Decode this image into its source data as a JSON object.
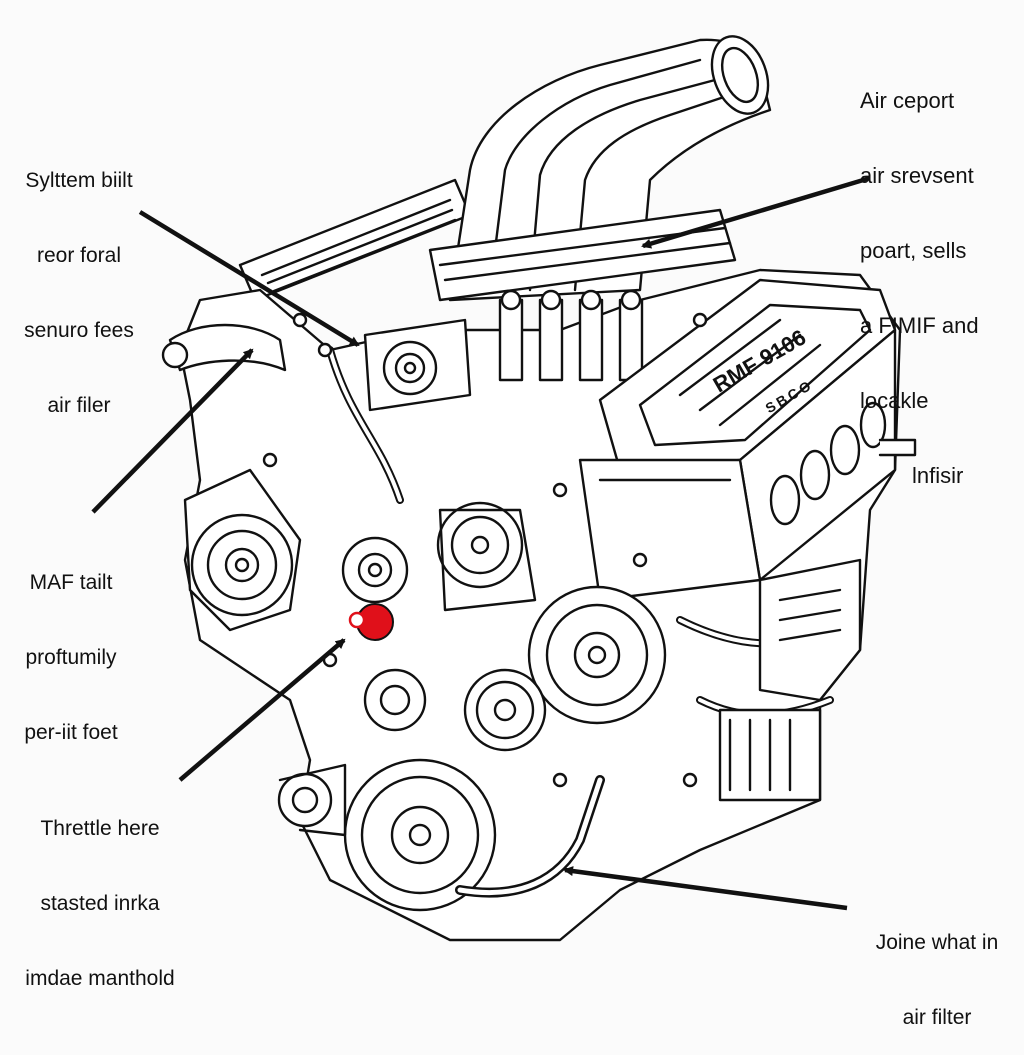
{
  "colors": {
    "line": "#111111",
    "background": "#fbfbfb",
    "highlight": "#e0101a"
  },
  "callouts": [
    {
      "id": "top-left",
      "lines": [
        "Sylttem biilt",
        "reor foral",
        "senuro fees",
        "air filer"
      ]
    },
    {
      "id": "top-right",
      "lines": [
        "Air ceport",
        "air srevsent",
        "poart, sells",
        "a FIMIF and",
        "locakle",
        "lnfisir"
      ]
    },
    {
      "id": "mid-left",
      "lines": [
        "MAF tailt",
        "proftumily",
        "per-iit foet"
      ]
    },
    {
      "id": "bottom-left",
      "lines": [
        "Threttle here",
        "stasted inrka",
        "imdae manthold"
      ]
    },
    {
      "id": "bottom-right",
      "lines": [
        "Joine what in",
        "air filter"
      ]
    }
  ],
  "engine": {
    "cover_text": "RMF 9106",
    "cover_text_2": "SBCO"
  }
}
